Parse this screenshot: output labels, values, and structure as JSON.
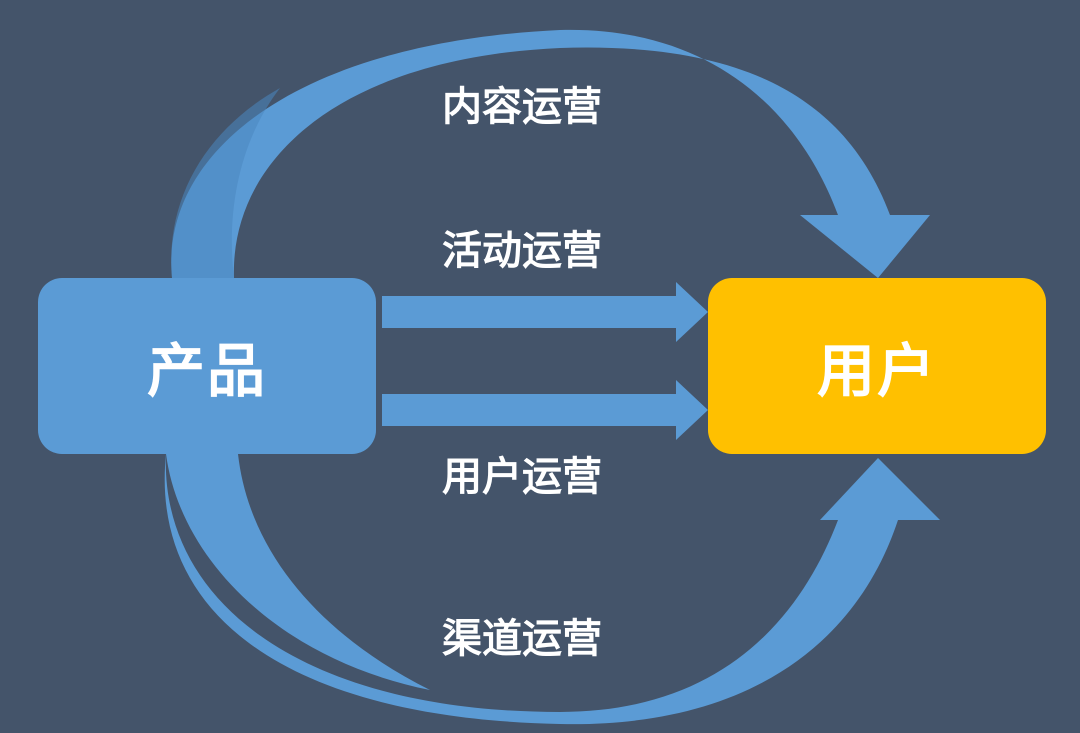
{
  "nodes": {
    "product": "产品",
    "user": "用户"
  },
  "flows": {
    "content_ops": "内容运营",
    "activity_ops": "活动运营",
    "user_ops": "用户运营",
    "channel_ops": "渠道运营"
  },
  "colors": {
    "background": "#44546a",
    "product_box": "#5b9bd5",
    "user_box": "#ffc000",
    "arrow": "#5b9bd5",
    "arrow_shade": "#4a86c0",
    "text": "#ffffff"
  }
}
